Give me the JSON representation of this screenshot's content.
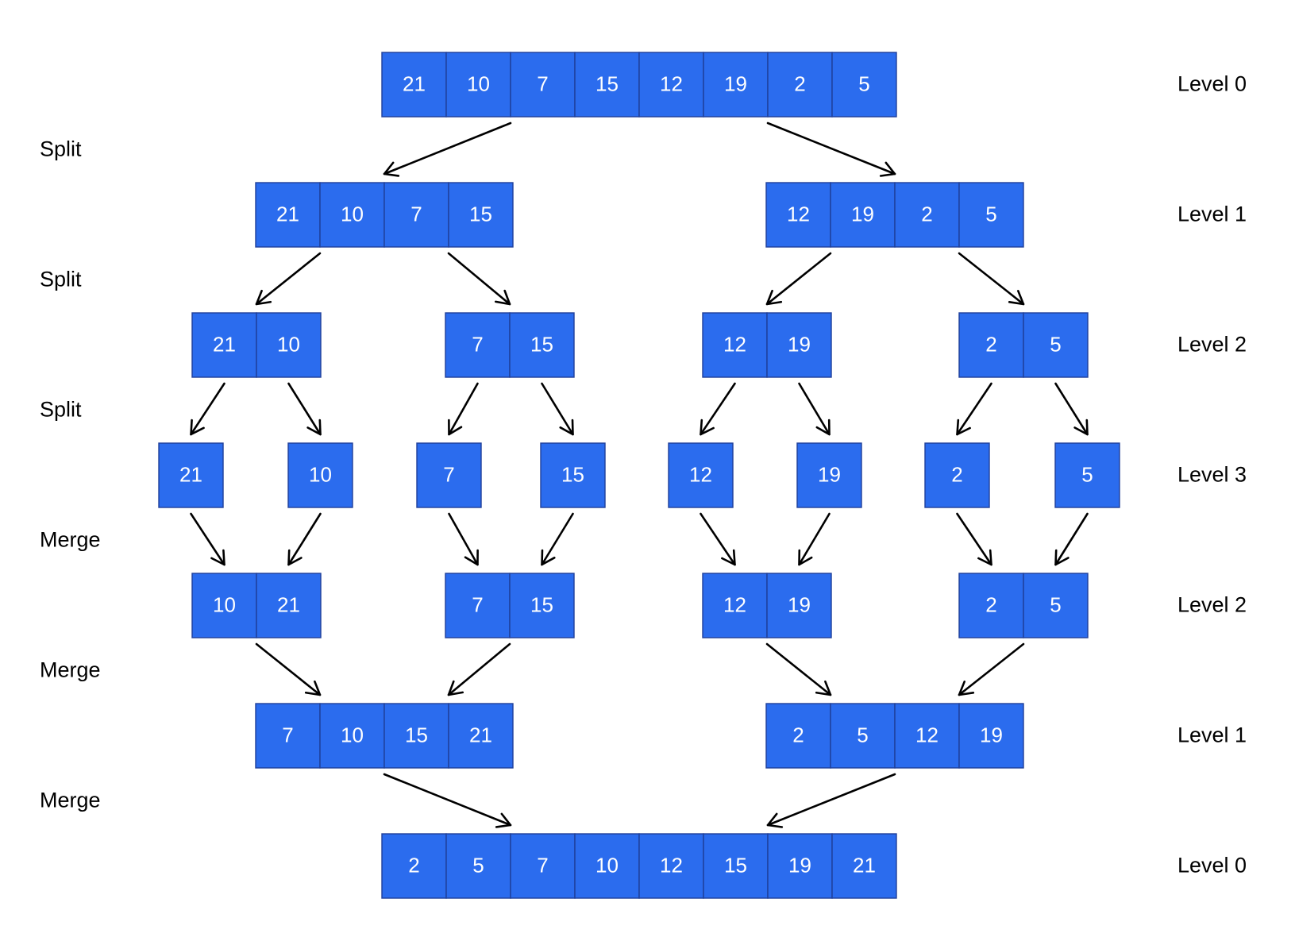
{
  "rows": [
    {
      "level_label": "Level 0",
      "phase_label": "",
      "arrays": [
        [
          21,
          10,
          7,
          15,
          12,
          19,
          2,
          5
        ]
      ]
    },
    {
      "level_label": "Level 1",
      "phase_label": "Split",
      "arrays": [
        [
          21,
          10,
          7,
          15
        ],
        [
          12,
          19,
          2,
          5
        ]
      ]
    },
    {
      "level_label": "Level 2",
      "phase_label": "Split",
      "arrays": [
        [
          21,
          10
        ],
        [
          7,
          15
        ],
        [
          12,
          19
        ],
        [
          2,
          5
        ]
      ]
    },
    {
      "level_label": "Level 3",
      "phase_label": "Split",
      "arrays": [
        [
          21
        ],
        [
          10
        ],
        [
          7
        ],
        [
          15
        ],
        [
          12
        ],
        [
          19
        ],
        [
          2
        ],
        [
          5
        ]
      ]
    },
    {
      "level_label": "Level 2",
      "phase_label": "Merge",
      "arrays": [
        [
          10,
          21
        ],
        [
          7,
          15
        ],
        [
          12,
          19
        ],
        [
          2,
          5
        ]
      ]
    },
    {
      "level_label": "Level 1",
      "phase_label": "Merge",
      "arrays": [
        [
          7,
          10,
          15,
          21
        ],
        [
          2,
          5,
          12,
          19
        ]
      ]
    },
    {
      "level_label": "Level 0",
      "phase_label": "Merge",
      "arrays": [
        [
          2,
          5,
          7,
          10,
          12,
          15,
          19,
          21
        ]
      ]
    }
  ],
  "colors": {
    "cell_fill": "#2b6cee",
    "cell_border": "#1f3f99",
    "cell_text": "#ffffff",
    "arrow": "#000000",
    "label_text": "#000000"
  }
}
